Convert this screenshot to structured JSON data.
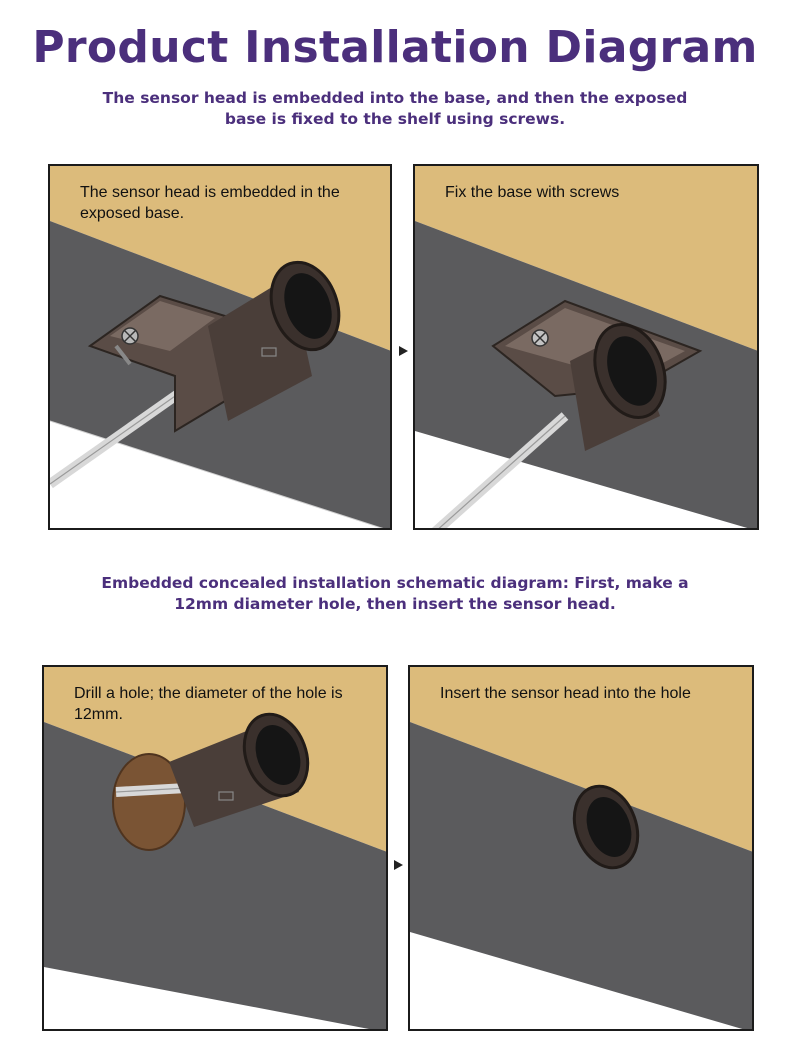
{
  "title": "Product Installation Diagram",
  "subtitle_top": "The sensor head is embedded into the base, and then the exposed base is fixed to the shelf using screws.",
  "subtitle_middle": "Embedded concealed installation schematic diagram: First, make a 12mm diameter hole, then insert the sensor head.",
  "panels": [
    {
      "caption": "The sensor head is embedded in the exposed base."
    },
    {
      "caption": "Fix the base with screws"
    },
    {
      "caption": "Drill a hole; the diameter of the hole is 12mm."
    },
    {
      "caption": "Insert the sensor head into the hole"
    }
  ],
  "colors": {
    "title": "#4b2f7c",
    "shelf_top": "#dcbb7b",
    "shelf_side": "#5b5b5d",
    "sensor": "#4a3e39",
    "hole_wood": "#7a5434"
  }
}
